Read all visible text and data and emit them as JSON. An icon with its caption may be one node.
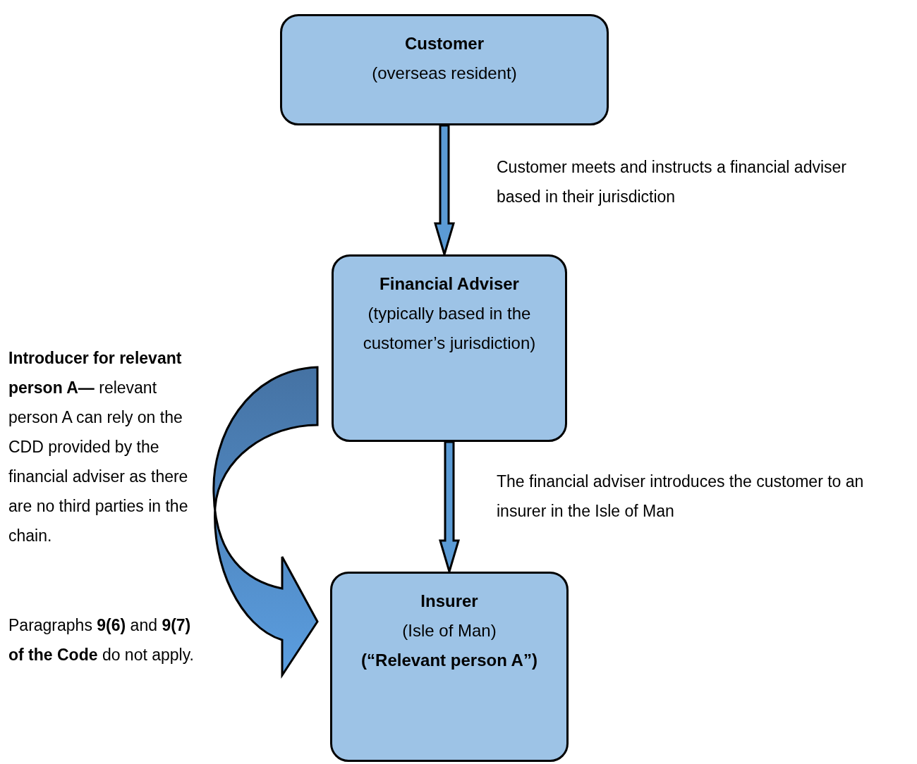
{
  "diagram": {
    "nodes": [
      {
        "text": [
          "Customer",
          "(overseas resident)"
        ]
      },
      {
        "text": [
          "Financial Adviser",
          "(typically based in the customer’s jurisdiction)"
        ]
      },
      {
        "text": [
          "Insurer",
          "(Isle of Man)",
          "**(“Relevant person A”)**"
        ]
      }
    ],
    "edges": [
      {
        "from": 0,
        "to": 1,
        "arrow": "to",
        "label": "Customer meets and instructs a financial adviser based in their jurisdiction"
      },
      {
        "from": 1,
        "to": 2,
        "arrow": "to",
        "label": "The financial adviser introduces the customer to an insurer in the Isle of Man"
      },
      {
        "from": 1,
        "to": 2,
        "arrow": "to",
        "style": "thick"
      }
    ],
    "labels": [
      "**Introducer for relevant person A—** relevant person A can rely on the CDD provided by the financial adviser as there are no third parties in the chain.",
      "Paragraphs **9(6)** and **9(7) of the Code** do not apply."
    ]
  }
}
